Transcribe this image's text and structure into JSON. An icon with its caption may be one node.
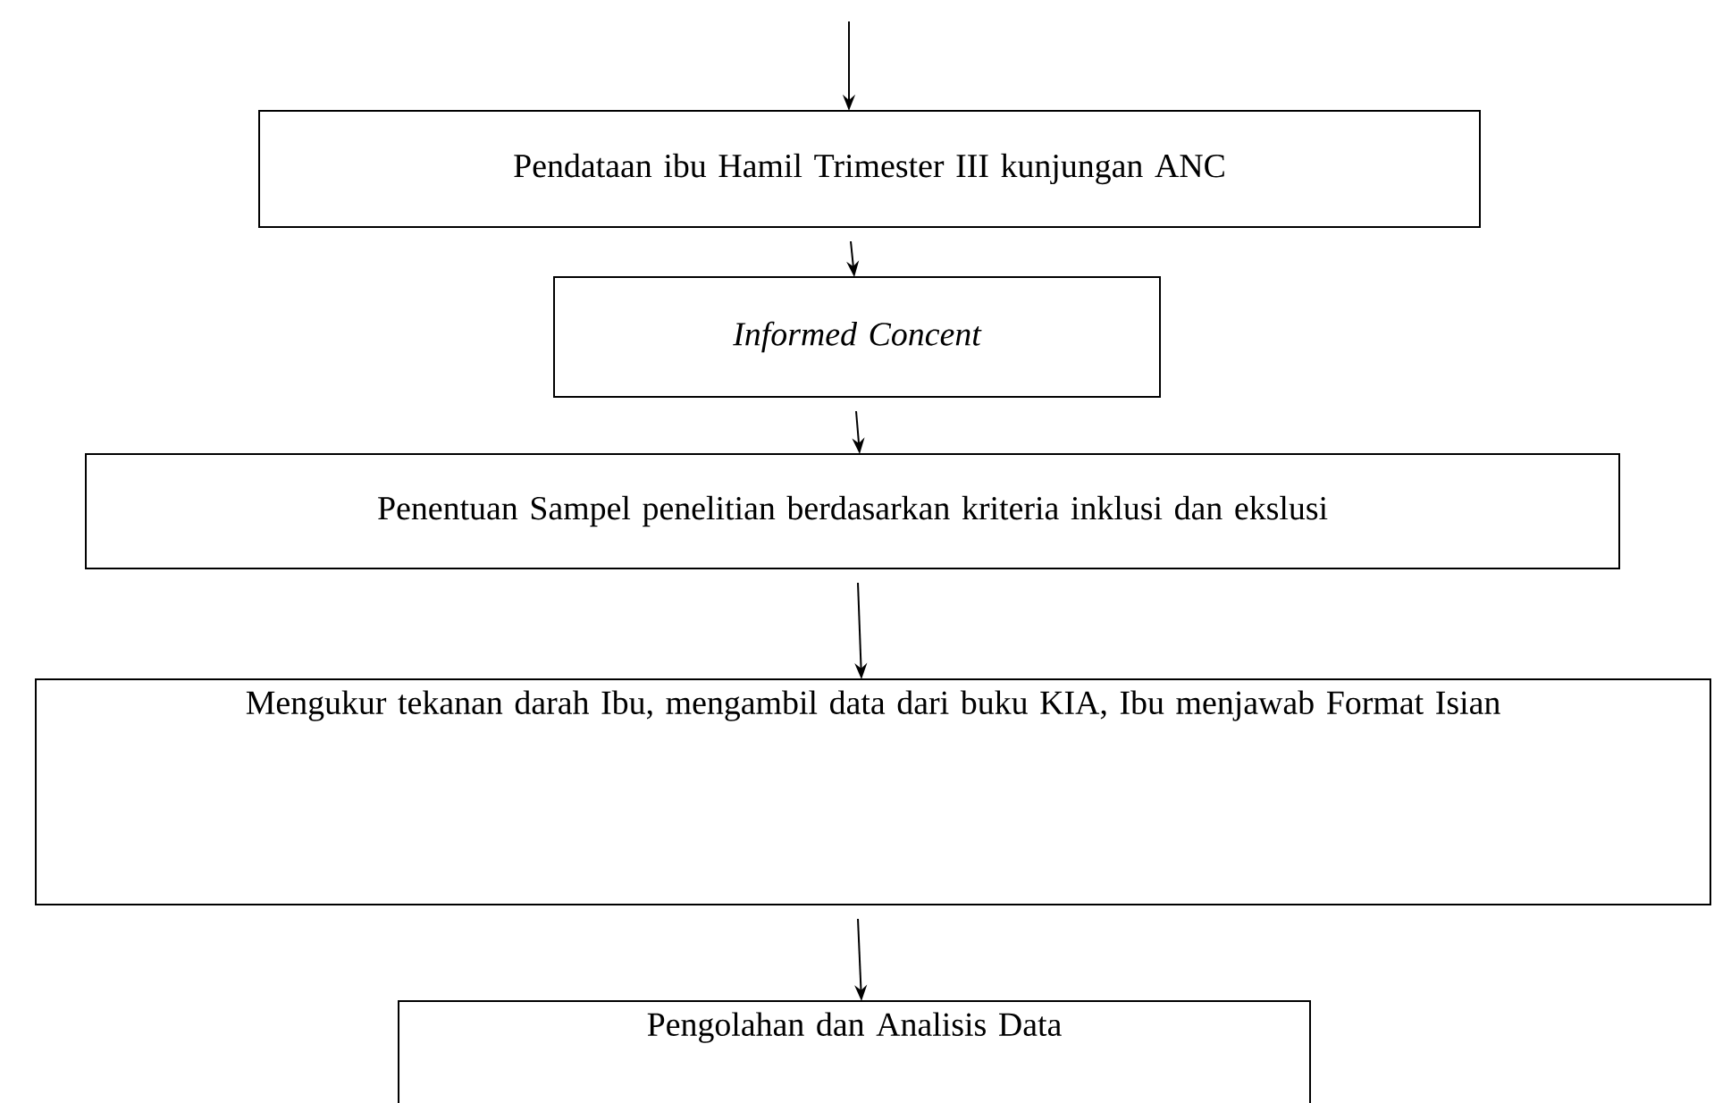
{
  "diagram": {
    "nodes": [
      {
        "text": [
          "Pendataan ibu Hamil Trimester III kunjungan ANC"
        ]
      },
      {
        "text": [
          "Informed Concent"
        ]
      },
      {
        "text": [
          "Penentuan Sampel penelitian berdasarkan kriteria inklusi dan ekslusi"
        ]
      },
      {
        "text": [
          "Mengukur tekanan darah Ibu, mengambil data dari buku KIA, Ibu menjawab Format Isian"
        ]
      },
      {
        "text": [
          "Pengolahan dan Analisis Data"
        ]
      }
    ],
    "edges": [
      {
        "from": null,
        "to": 0,
        "arrow": "to"
      },
      {
        "from": 0,
        "to": 1,
        "arrow": "to"
      },
      {
        "from": 1,
        "to": 2,
        "arrow": "to"
      },
      {
        "from": 2,
        "to": 3,
        "arrow": "to"
      },
      {
        "from": 3,
        "to": 4,
        "arrow": "to"
      }
    ]
  }
}
